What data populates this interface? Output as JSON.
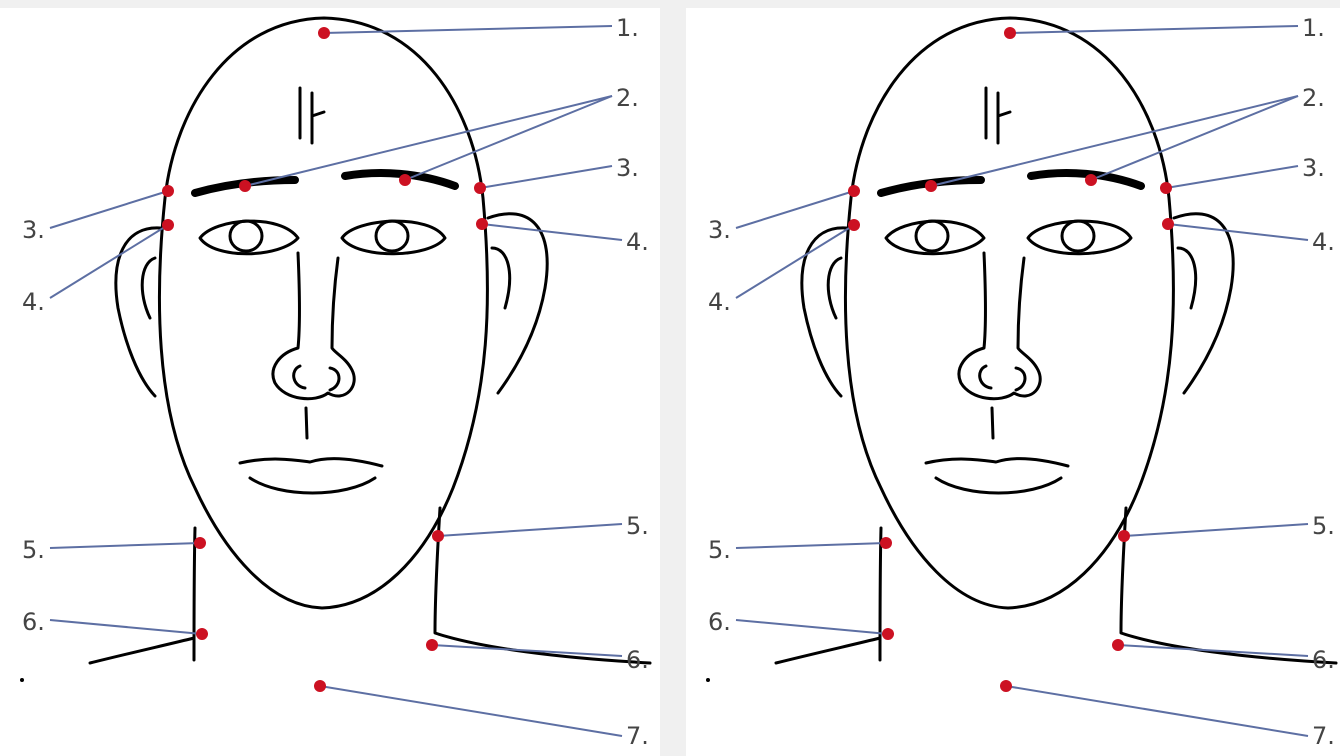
{
  "colors": {
    "background": "#f0f0f0",
    "panel": "#ffffff",
    "outline": "#000000",
    "point": "#cc1122",
    "leader_line": "#5d6fa3",
    "label_text": "#444444"
  },
  "points": {
    "p1": {
      "label": "1."
    },
    "p2": {
      "label": "2."
    },
    "p3": {
      "label": "3."
    },
    "p4": {
      "label": "4."
    },
    "p5": {
      "label": "5."
    },
    "p6": {
      "label": "6."
    },
    "p7": {
      "label": "7."
    }
  }
}
